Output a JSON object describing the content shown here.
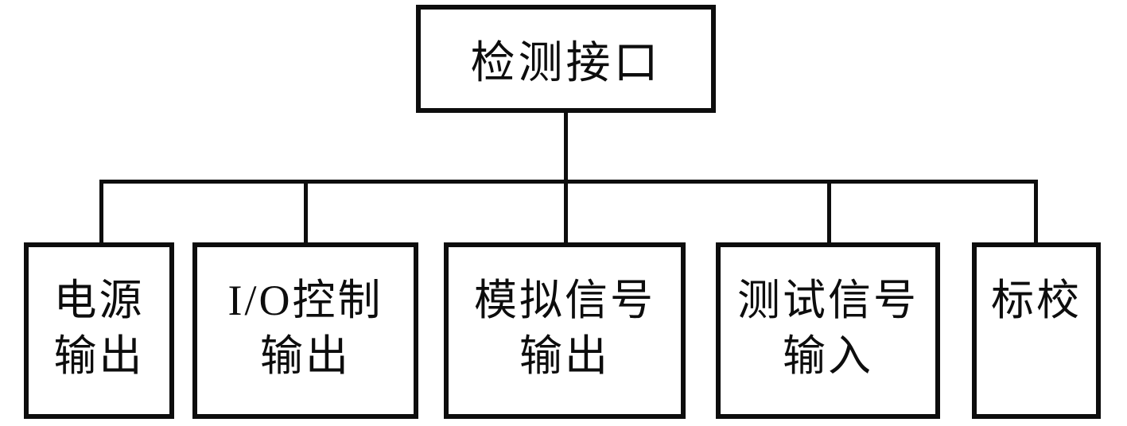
{
  "diagram": {
    "title_node": {
      "label": "检测接口"
    },
    "children": [
      {
        "id": "power-output",
        "lines": [
          "电源",
          "输出"
        ]
      },
      {
        "id": "io-control-output",
        "lines": [
          "I/O控制",
          "输出"
        ]
      },
      {
        "id": "analog-signal-output",
        "lines": [
          "模拟信号",
          "输出"
        ]
      },
      {
        "id": "test-signal-input",
        "lines": [
          "测试信号",
          "输入"
        ]
      },
      {
        "id": "calibration",
        "lines": [
          "标校"
        ]
      }
    ],
    "colors": {
      "line": "#0d0d0d",
      "background": "#ffffff",
      "text": "#0d0d0d"
    }
  }
}
